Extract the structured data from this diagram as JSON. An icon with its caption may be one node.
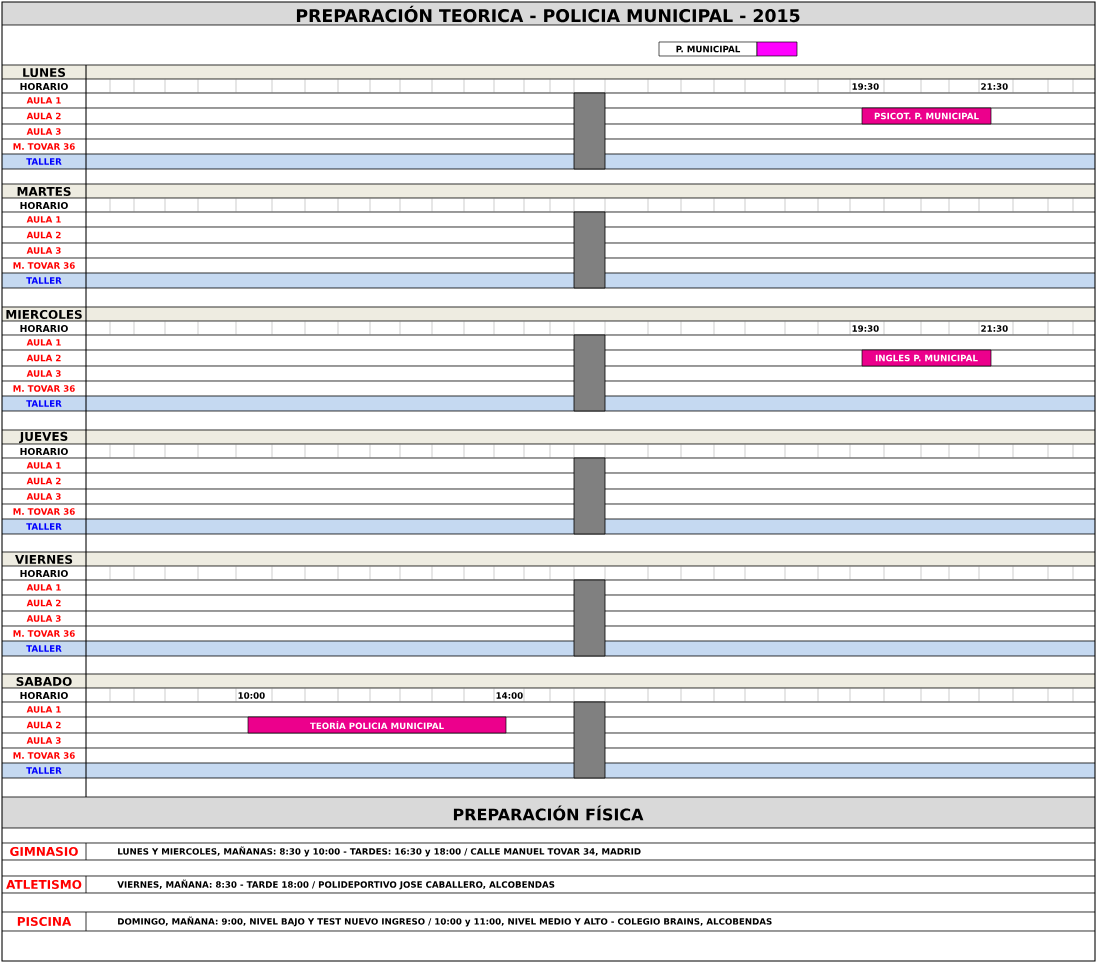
{
  "diagram": {
    "title": "PREPARACIÓN TEORICA - POLICIA MUNICIPAL - 2015",
    "nodes": [
      {
        "text": [
          "PSICOT. P. MUNICIPAL"
        ]
      },
      {
        "text": [
          "INGLES P. MUNICIPAL"
        ]
      },
      {
        "text": [
          "TEORÍA POLICIA MUNICIPAL"
        ]
      },
      {
        "text": [],
        "shape": "bar"
      },
      {
        "text": [],
        "shape": "bar"
      },
      {
        "text": [],
        "shape": "bar"
      },
      {
        "text": [],
        "shape": "bar"
      },
      {
        "text": [],
        "shape": "bar"
      },
      {
        "text": [],
        "shape": "bar"
      }
    ],
    "labels": [
      "LUNES",
      "HORARIO",
      "19:30",
      "21:30",
      "AULA 1",
      "AULA 2",
      "AULA 3",
      "M. TOVAR 36",
      "TALLER",
      "MARTES",
      "HORARIO",
      "AULA 1",
      "AULA 2",
      "AULA 3",
      "M. TOVAR 36",
      "TALLER",
      "MIERCOLES",
      "HORARIO",
      "19:30",
      "21:30",
      "AULA 1",
      "AULA 2",
      "AULA 3",
      "M. TOVAR 36",
      "TALLER",
      "JUEVES",
      "HORARIO",
      "AULA 1",
      "AULA 2",
      "AULA 3",
      "M. TOVAR 36",
      "TALLER",
      "VIERNES",
      "HORARIO",
      "AULA 1",
      "AULA 2",
      "AULA 3",
      "M. TOVAR 36",
      "TALLER",
      "SABADO",
      "HORARIO",
      "10:00",
      "14:00",
      "AULA 1",
      "AULA 2",
      "AULA 3",
      "M. TOVAR 36",
      "TALLER",
      "PREPARACIÓN FÍSICA",
      "GIMNASIO",
      "LUNES Y MIERCOLES, MAÑANAS: 8:30 y 10:00 - TARDES: 16:30 y 18:00 / CALLE MANUEL TOVAR 34, MADRID",
      "ATLETISMO",
      "VIERNES, MAÑANA: 8:30 - TARDE 18:00 / POLIDEPORTIVO JOSE CABALLERO, ALCOBENDAS",
      "PISCINA",
      "DOMINGO, MAÑANA: 9:00, NIVEL BAJO Y TEST NUEVO INGRESO / 10:00 y 11:00, NIVEL MEDIO Y ALTO - COLEGIO BRAINS, ALCOBENDAS"
    ],
    "legend": [
      {
        "text": "P. MUNICIPAL",
        "color": "#ff00ff"
      }
    ]
  }
}
